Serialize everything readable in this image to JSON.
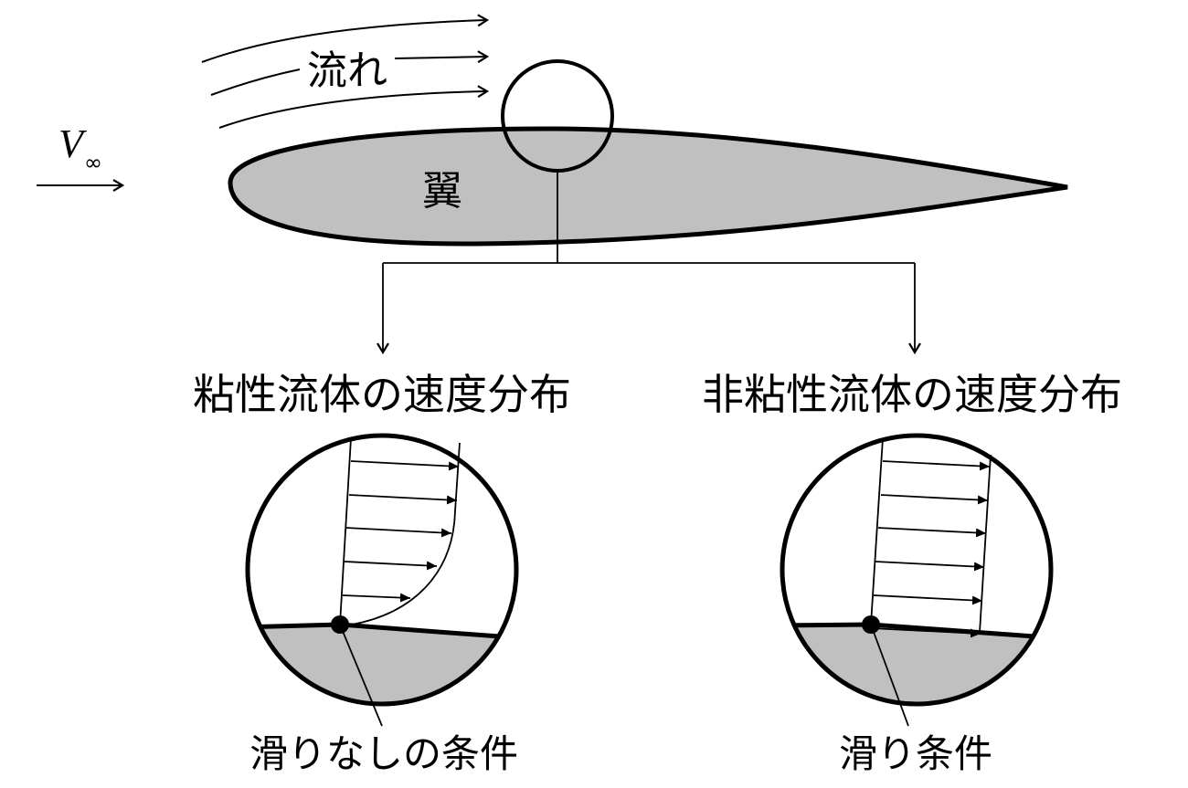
{
  "labels": {
    "freestream_symbol": "V",
    "freestream_subscript": "∞",
    "flow": "流れ",
    "wing": "翼",
    "viscous_title": "粘性流体の速度分布",
    "inviscid_title": "非粘性流体の速度分布",
    "no_slip": "滑りなしの条件",
    "slip": "滑り条件"
  },
  "colors": {
    "wing_fill": "#c0c0c0",
    "stroke": "#000000"
  }
}
